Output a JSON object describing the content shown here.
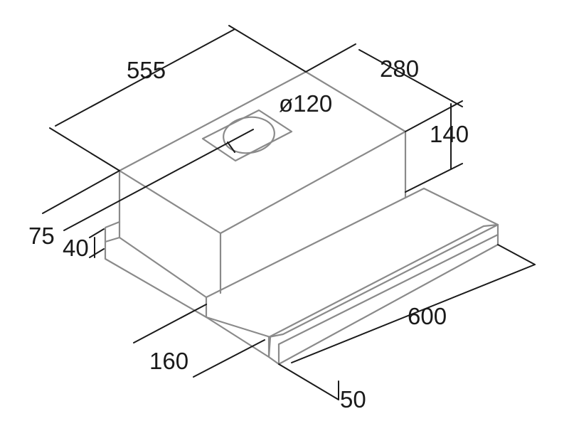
{
  "diagram": {
    "dimensions": {
      "depth": "555",
      "width_top": "280",
      "duct_diameter": "ø120",
      "body_height": "140",
      "offset_75": "75",
      "front_height_40": "40",
      "front_depth_160": "160",
      "width_600": "600",
      "handle_50": "50"
    },
    "colors": {
      "outline": "#8a8a8a",
      "dimension": "#1a1a1a",
      "background": "#ffffff"
    }
  }
}
